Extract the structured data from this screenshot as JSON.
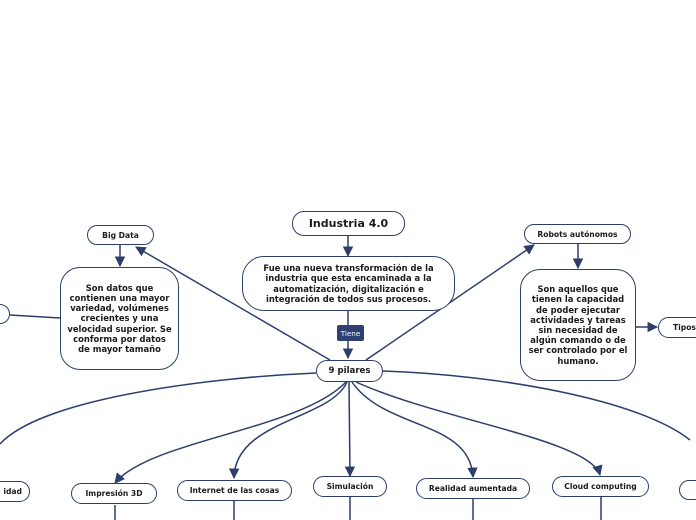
{
  "title": "Industria 4.0",
  "description": "Fue una nueva transformación de la industria que esta encaminada a la automatización, digitalización e integración de todos sus procesos.",
  "link_label": "Tiene",
  "hub": "9 pilares",
  "big_data": {
    "title": "Big Data",
    "description": "Son datos que contienen una mayor variedad, volúmenes crecientes y una velocidad superior. Se conforma por datos de mayor tamaño"
  },
  "robots": {
    "title": "Robots autónomos",
    "description": "Son aquellos que tienen la capacidad de poder ejecutar actividades y tareas sin necesidad de algún comando o de ser controlado por el humano.",
    "child": "Tipos"
  },
  "pillars": [
    "idad",
    "Impresión 3D",
    "Internet de las cosas",
    "Simulación",
    "Realidad aumentada",
    "Cloud computing"
  ],
  "colors": {
    "line": "#2c3e6b",
    "tag": "#2f4173"
  }
}
